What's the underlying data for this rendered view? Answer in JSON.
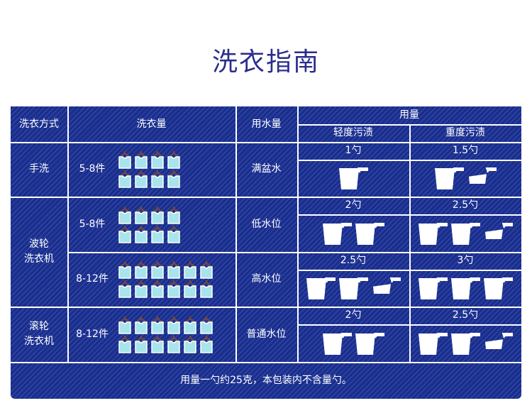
{
  "title": "洗衣指南",
  "header": {
    "method": "洗衣方式",
    "load": "洗衣量",
    "water": "用水量",
    "dosage": "用量",
    "light": "轻度污渍",
    "heavy": "重度污渍"
  },
  "rows": [
    {
      "load": "5-8件",
      "shirts": 8,
      "water": "满盆水",
      "light": "1勺",
      "light_cups": 1,
      "heavy": "1.5勺",
      "heavy_cups": 1.5
    },
    {
      "load": "5-8件",
      "shirts": 8,
      "water": "低水位",
      "light": "2勺",
      "light_cups": 2,
      "heavy": "2.5勺",
      "heavy_cups": 2.5
    },
    {
      "load": "8-12件",
      "shirts": 12,
      "water": "高水位",
      "light": "2.5勺",
      "light_cups": 2.5,
      "heavy": "3勺",
      "heavy_cups": 3
    },
    {
      "load": "8-12件",
      "shirts": 12,
      "water": "普通水位",
      "light": "2勺",
      "light_cups": 2,
      "heavy": "2.5勺",
      "heavy_cups": 2.5
    }
  ],
  "methods": [
    "手洗",
    "波轮\n洗衣机",
    "滚轮\n洗衣机"
  ],
  "footer": "用量一勺约25克，本包装内不含量勺。",
  "colors": {
    "navy": "#1a2e8e",
    "title": "#2a2d8c",
    "shirt": "#a8e4ec"
  }
}
